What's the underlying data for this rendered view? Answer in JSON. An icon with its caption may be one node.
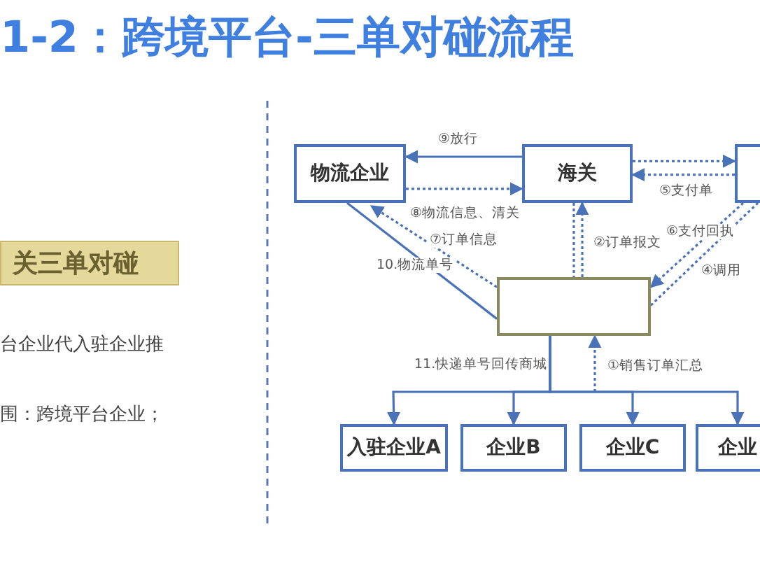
{
  "diagram": {
    "title": "1-2：跨境平台-三单对碰流程",
    "nodes": [
      {
        "text": [
          "物流企业"
        ]
      },
      {
        "text": [
          "海关"
        ]
      },
      {
        "text": [],
        "shape": "box"
      },
      {
        "text": [],
        "shape": "box"
      },
      {
        "text": [
          "入驻企业A"
        ]
      },
      {
        "text": [
          "企业B"
        ]
      },
      {
        "text": [
          "企业C"
        ]
      },
      {
        "text": [
          "企业"
        ]
      }
    ],
    "edges": [
      {
        "from": 1,
        "to": 0,
        "arrow": "to",
        "label": "⑨放行"
      },
      {
        "from": 0,
        "to": 1,
        "arrow": "to",
        "style": "dashed",
        "label": "⑧物流信息、清关"
      },
      {
        "from": 1,
        "to": 2,
        "arrow": "to",
        "style": "dashed"
      },
      {
        "from": 2,
        "to": 1,
        "arrow": "to",
        "style": "dashed",
        "label": "⑤支付单"
      },
      {
        "from": 3,
        "to": 1,
        "arrow": "to",
        "style": "dashed",
        "label": "②订单报文"
      },
      {
        "from": 1,
        "to": 3,
        "arrow": "none",
        "style": "dashed"
      },
      {
        "from": 3,
        "to": 0,
        "arrow": "to",
        "style": "dashed",
        "label": "⑦订单信息"
      },
      {
        "from": 0,
        "to": 3,
        "arrow": "none",
        "label": "10.物流单号"
      },
      {
        "from": 2,
        "to": 3,
        "arrow": "to",
        "style": "dashed",
        "label": "⑥支付回执"
      },
      {
        "from": 3,
        "to": 2,
        "arrow": "none",
        "style": "dashed",
        "label": "④调用"
      },
      {
        "from": 3,
        "to": 4,
        "arrow": "to",
        "label": "11.快递单号回传商城"
      },
      {
        "from": 3,
        "to": 5,
        "arrow": "to"
      },
      {
        "from": 3,
        "to": 6,
        "arrow": "to"
      },
      {
        "from": 3,
        "to": 7,
        "arrow": "to"
      },
      {
        "from": null,
        "to": 3,
        "arrow": "to",
        "style": "dashed",
        "label": "①销售订单汇总"
      }
    ],
    "labels": [
      "关三单对碰",
      "台企业代入驻企业推",
      "围：跨境平台企业；"
    ]
  }
}
